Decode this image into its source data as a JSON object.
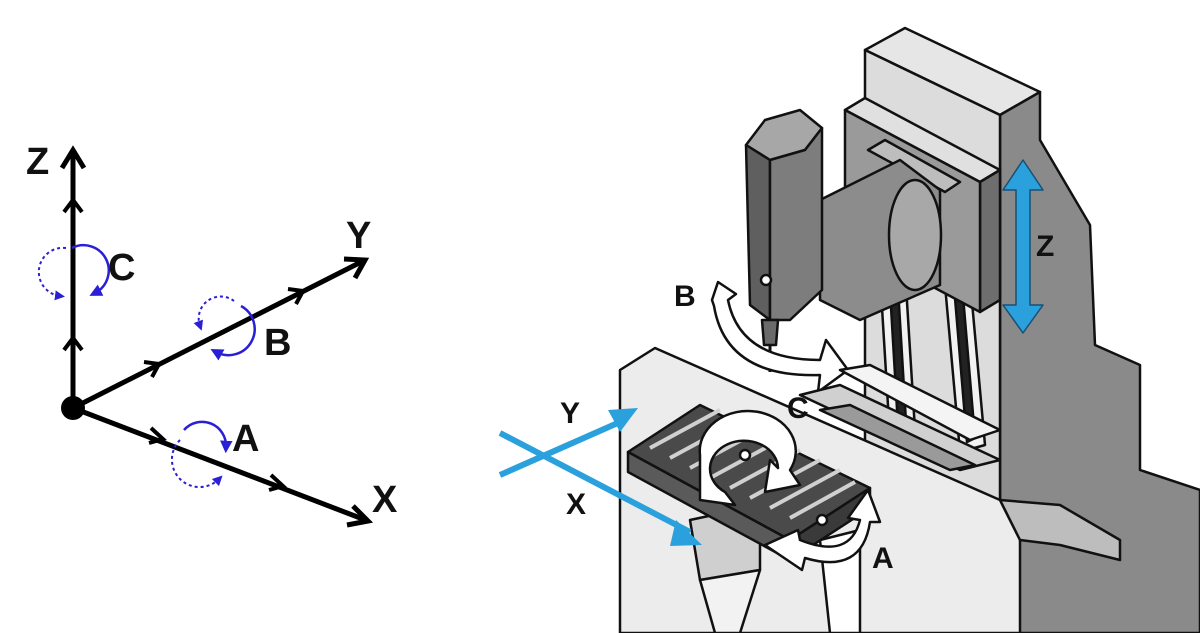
{
  "axes_diagram": {
    "labels": {
      "z": "Z",
      "y": "Y",
      "x": "X",
      "c": "C",
      "b": "B",
      "a": "A"
    }
  },
  "machine_diagram": {
    "labels": {
      "z": "Z",
      "y": "Y",
      "x": "X",
      "b": "B",
      "c": "C",
      "a": "A"
    }
  },
  "colors": {
    "axis_line": "#000000",
    "rotation_arrow": "#2a1fd6",
    "linear_axis_blue": "#2aa1dc",
    "machine_gray_dark": "#7a7a7a",
    "machine_gray_mid": "#a6a6a6",
    "machine_gray_light": "#d9d9d9",
    "machine_outline": "#111111"
  }
}
